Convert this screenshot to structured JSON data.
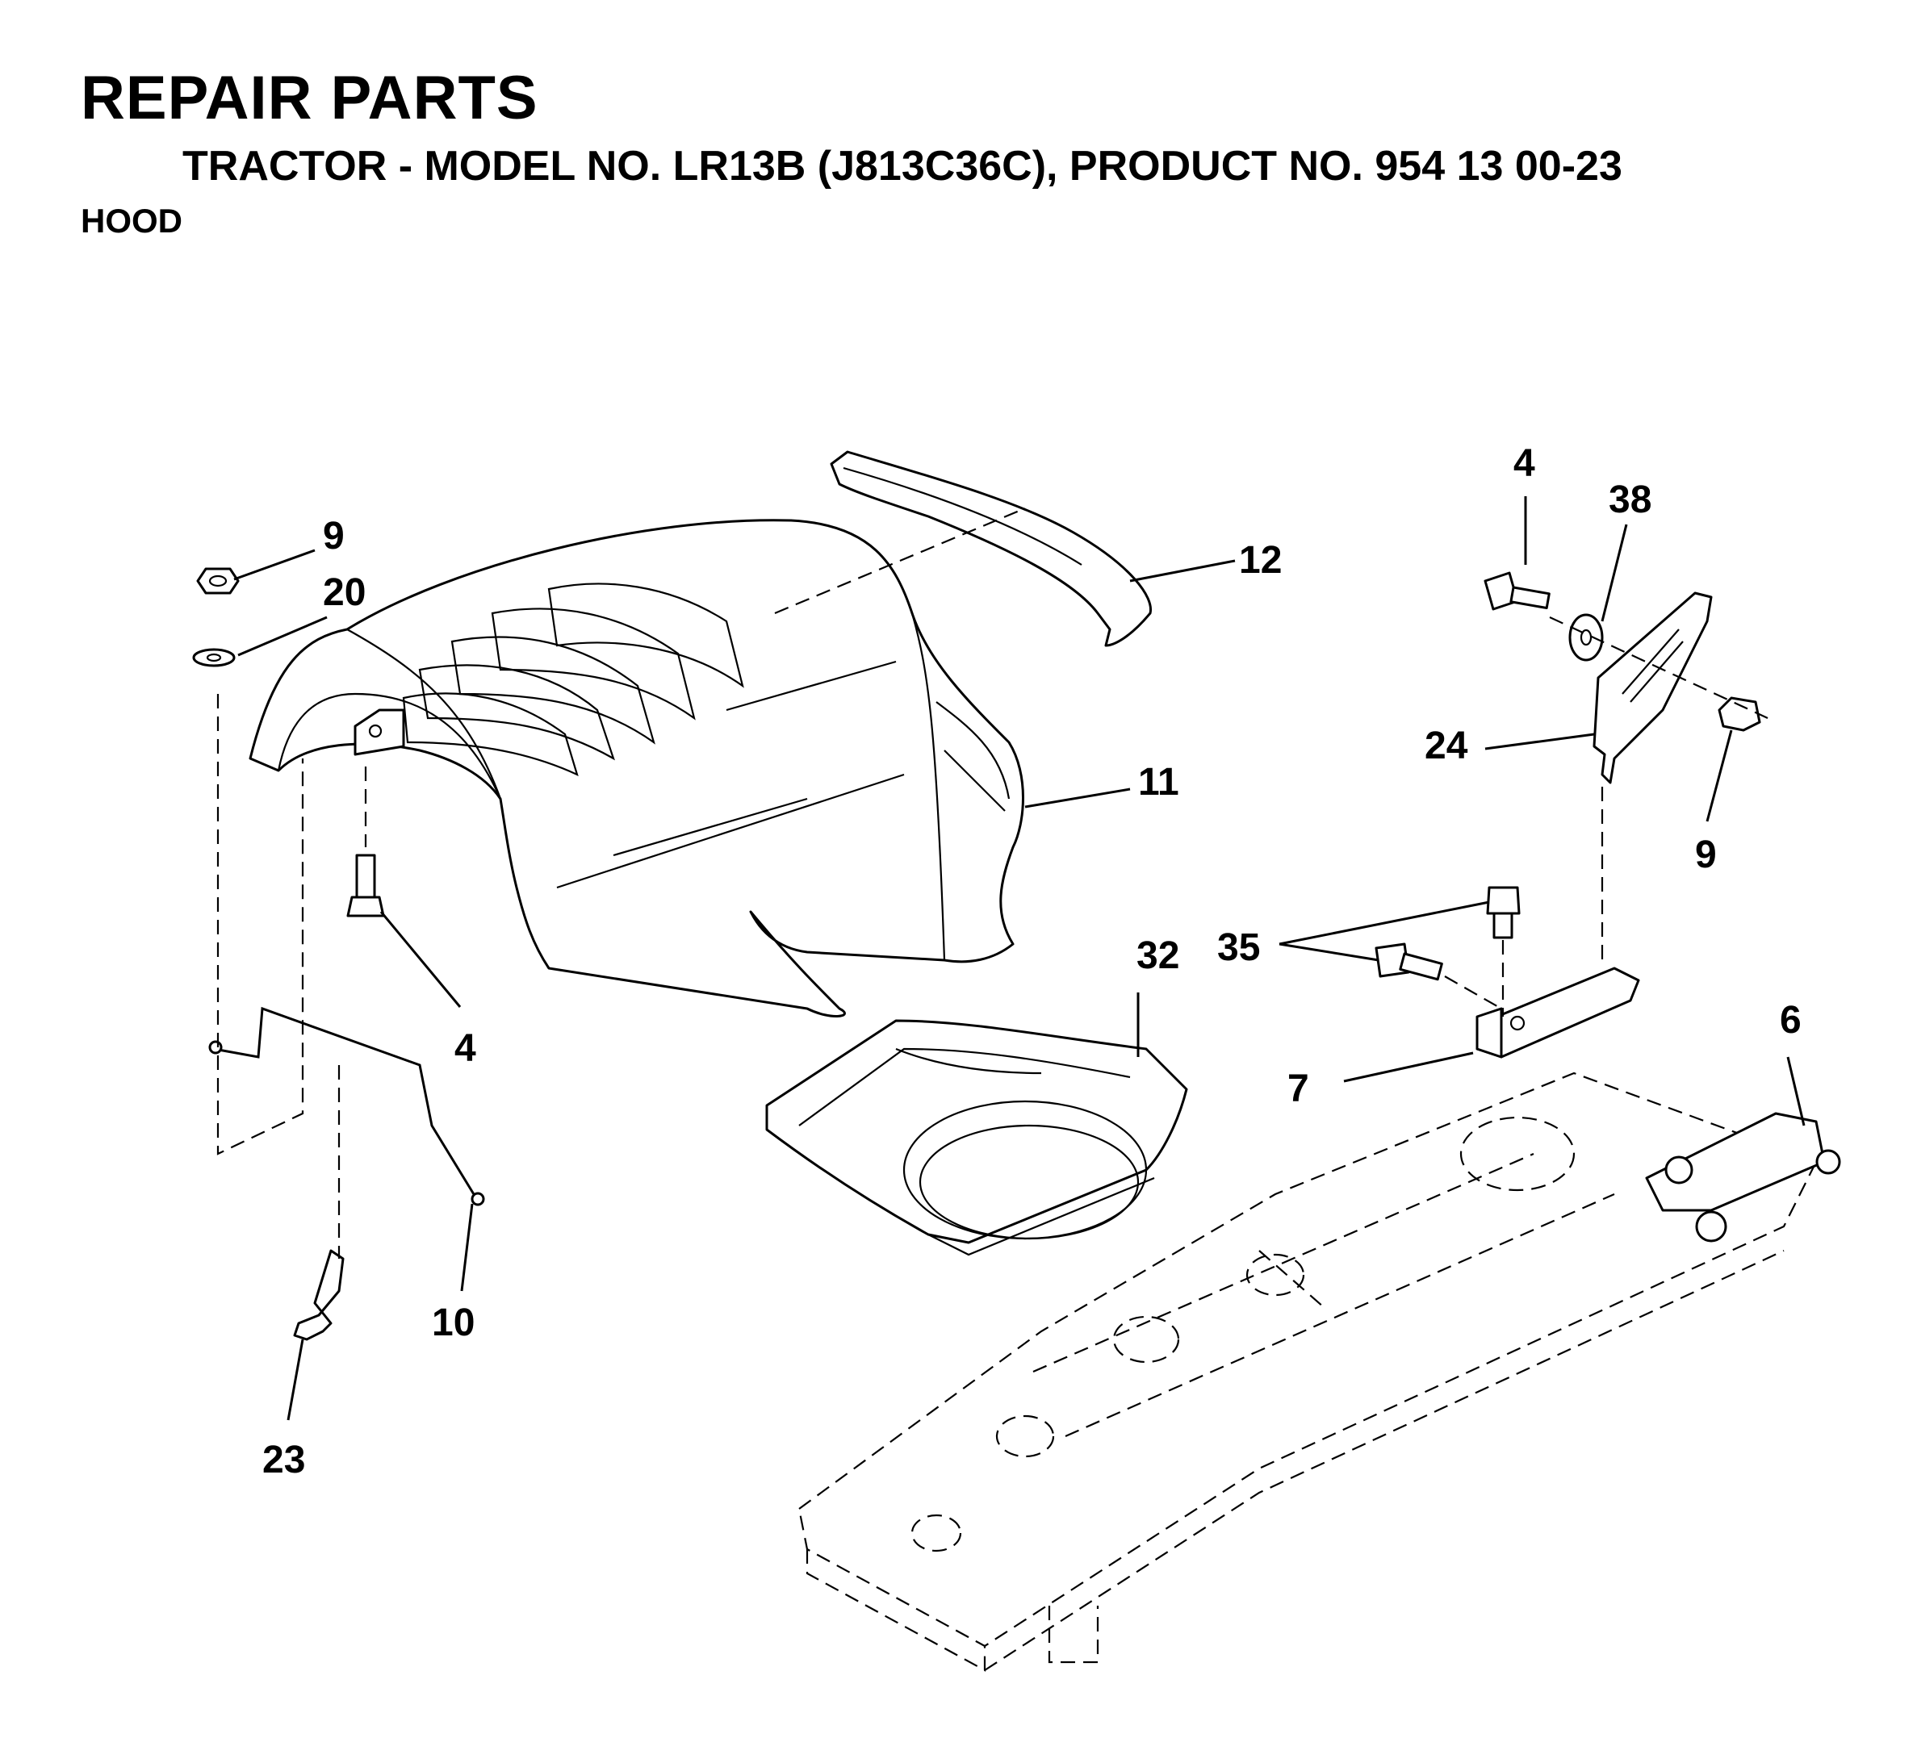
{
  "header": {
    "title": "REPAIR PARTS",
    "subtitle": "TRACTOR - MODEL NO. LR13B (J813C36C), PRODUCT NO. 954 13 00-23",
    "section": "HOOD"
  },
  "callouts": {
    "c9a": "9",
    "c20": "20",
    "c12": "12",
    "c4a": "4",
    "c38": "38",
    "c11": "11",
    "c24": "24",
    "c9b": "9",
    "c32": "32",
    "c35": "35",
    "c4b": "4",
    "c6": "6",
    "c7": "7",
    "c10": "10",
    "c23": "23"
  }
}
